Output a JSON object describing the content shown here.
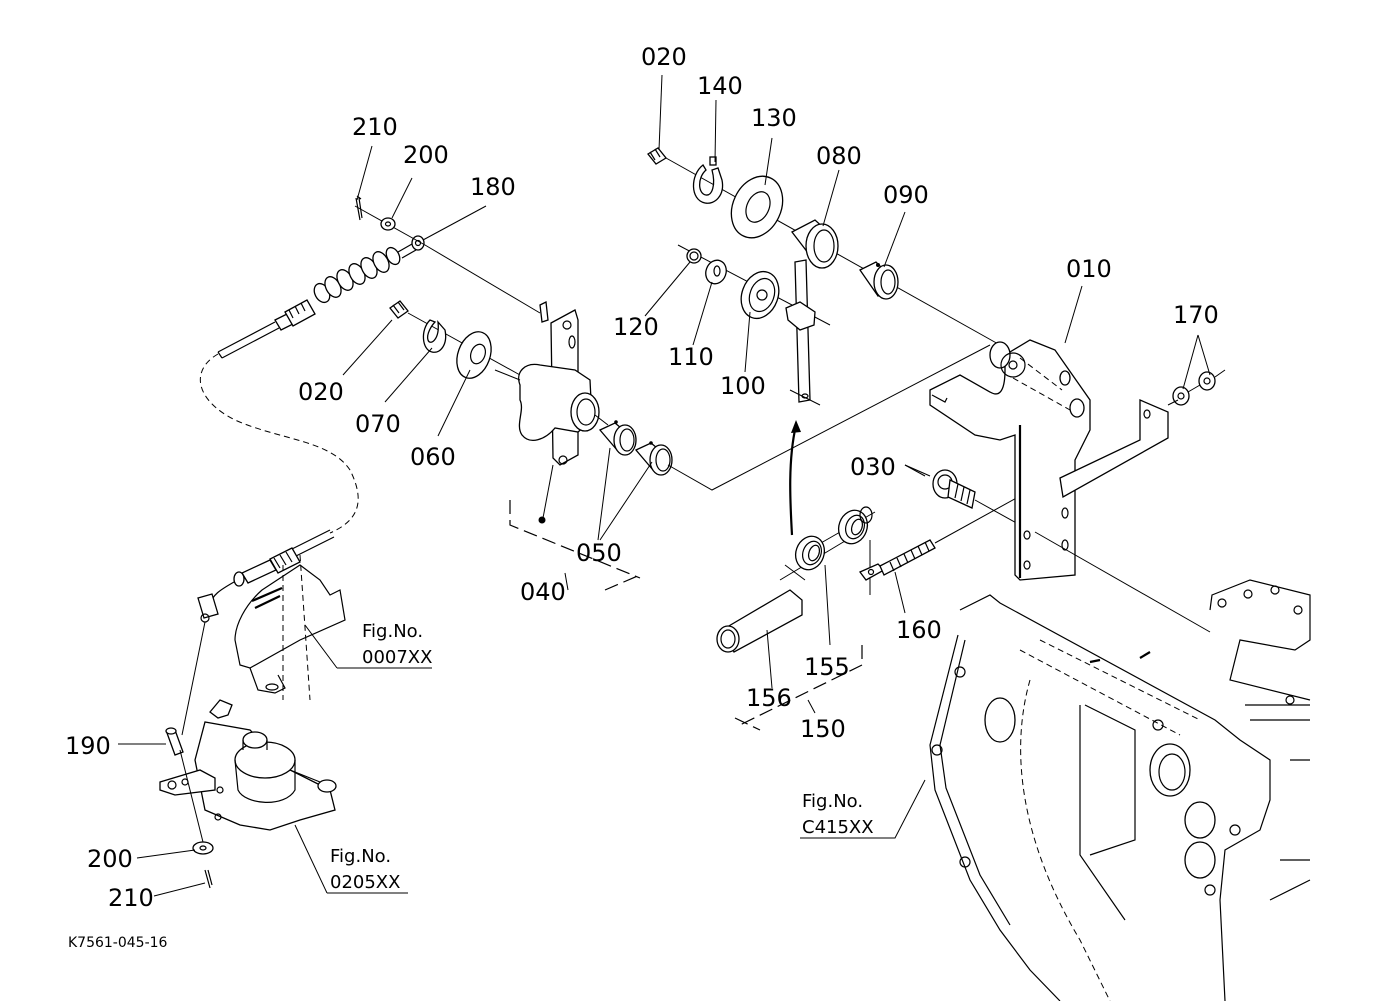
{
  "drawing_code": "K7561-045-16",
  "figure_refs": [
    {
      "id": "fig-0007",
      "line1": "Fig.No.",
      "line2": "0007XX"
    },
    {
      "id": "fig-0205",
      "line1": "Fig.No.",
      "line2": "0205XX"
    },
    {
      "id": "fig-c415",
      "line1": "Fig.No.",
      "line2": "C415XX"
    }
  ],
  "part_labels": [
    {
      "key": "p210a",
      "text": "210"
    },
    {
      "key": "p200a",
      "text": "200"
    },
    {
      "key": "p180",
      "text": "180"
    },
    {
      "key": "p020a",
      "text": "020"
    },
    {
      "key": "p070",
      "text": "070"
    },
    {
      "key": "p060",
      "text": "060"
    },
    {
      "key": "p040",
      "text": "040"
    },
    {
      "key": "p050",
      "text": "050"
    },
    {
      "key": "p020b",
      "text": "020"
    },
    {
      "key": "p140",
      "text": "140"
    },
    {
      "key": "p130",
      "text": "130"
    },
    {
      "key": "p080",
      "text": "080"
    },
    {
      "key": "p090",
      "text": "090"
    },
    {
      "key": "p120",
      "text": "120"
    },
    {
      "key": "p110",
      "text": "110"
    },
    {
      "key": "p100",
      "text": "100"
    },
    {
      "key": "p010",
      "text": "010"
    },
    {
      "key": "p170",
      "text": "170"
    },
    {
      "key": "p030",
      "text": "030"
    },
    {
      "key": "p160",
      "text": "160"
    },
    {
      "key": "p155",
      "text": "155"
    },
    {
      "key": "p156",
      "text": "156"
    },
    {
      "key": "p150",
      "text": "150"
    },
    {
      "key": "p190",
      "text": "190"
    },
    {
      "key": "p200b",
      "text": "200"
    },
    {
      "key": "p210b",
      "text": "210"
    }
  ]
}
